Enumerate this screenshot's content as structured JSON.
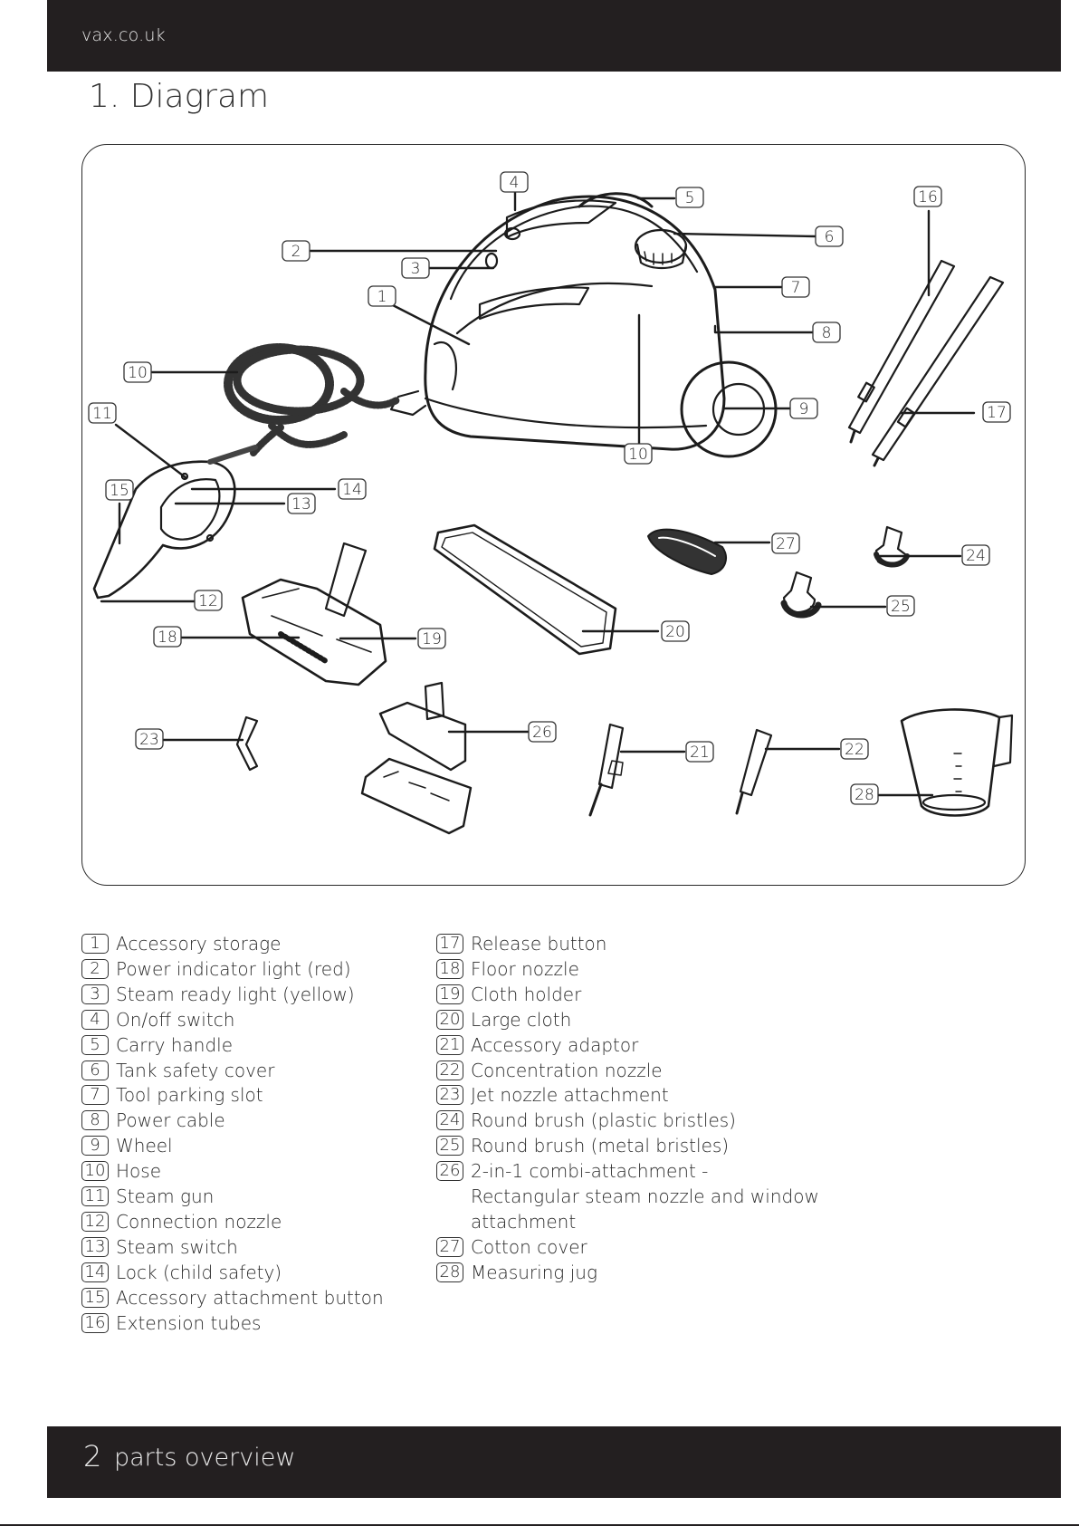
{
  "header": {
    "site": "vax.co.uk",
    "title": "1. Diagram"
  },
  "diagram_callouts": [
    "1",
    "2",
    "3",
    "4",
    "5",
    "6",
    "7",
    "8",
    "9",
    "10",
    "10",
    "11",
    "12",
    "13",
    "14",
    "15",
    "16",
    "17",
    "18",
    "19",
    "20",
    "21",
    "22",
    "23",
    "24",
    "25",
    "26",
    "27",
    "28"
  ],
  "legend": {
    "col1": [
      {
        "num": "1",
        "label": "Accessory storage"
      },
      {
        "num": "2",
        "label": "Power indicator light (red)"
      },
      {
        "num": "3",
        "label": "Steam ready light (yellow)"
      },
      {
        "num": "4",
        "label": "On/off switch"
      },
      {
        "num": "5",
        "label": "Carry handle"
      },
      {
        "num": "6",
        "label": "Tank safety cover"
      },
      {
        "num": "7",
        "label": "Tool parking slot"
      },
      {
        "num": "8",
        "label": "Power cable"
      },
      {
        "num": "9",
        "label": "Wheel"
      },
      {
        "num": "10",
        "label": "Hose"
      },
      {
        "num": "11",
        "label": "Steam gun"
      },
      {
        "num": "12",
        "label": "Connection nozzle"
      },
      {
        "num": "13",
        "label": "Steam switch"
      },
      {
        "num": "14",
        "label": "Lock (child safety)"
      },
      {
        "num": "15",
        "label": "Accessory attachment button"
      },
      {
        "num": "16",
        "label": "Extension tubes"
      }
    ],
    "col2": [
      {
        "num": "17",
        "label": "Release button"
      },
      {
        "num": "18",
        "label": "Floor nozzle"
      },
      {
        "num": "19",
        "label": "Cloth holder"
      },
      {
        "num": "20",
        "label": "Large cloth"
      },
      {
        "num": "21",
        "label": "Accessory adaptor"
      },
      {
        "num": "22",
        "label": "Concentration nozzle"
      },
      {
        "num": "23",
        "label": "Jet nozzle attachment"
      },
      {
        "num": "24",
        "label": "Round brush (plastic bristles)"
      },
      {
        "num": "25",
        "label": "Round brush (metal bristles)"
      },
      {
        "num": "26",
        "label": "2-in-1 combi-attachment -\nRectangular steam nozzle and window\nattachment"
      },
      {
        "num": "27",
        "label": "Cotton cover"
      },
      {
        "num": "28",
        "label": "Measuring jug"
      }
    ]
  },
  "footer": {
    "page_number": "2",
    "section": "parts overview"
  }
}
